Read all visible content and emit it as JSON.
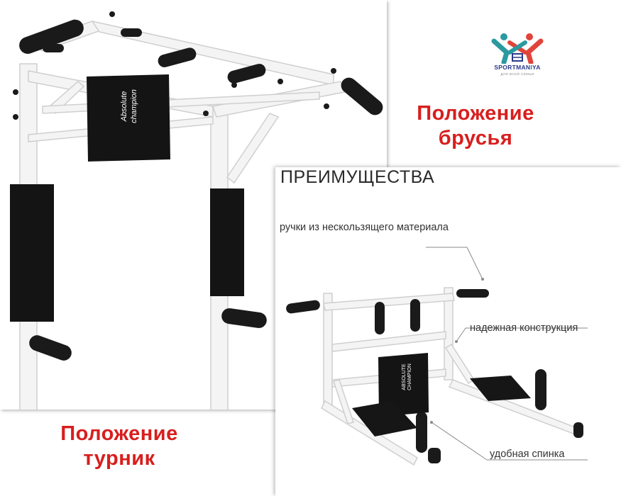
{
  "titles": {
    "bars_position": "Положение брусья",
    "pullup_position": "Положение турник"
  },
  "logo": {
    "brand_left": "SPORTMAN",
    "brand_mid": "I",
    "brand_right": "YA",
    "tagline": "ДЛЯ ВСЕЙ СЕМЬИ",
    "colors": [
      "#2b9aa0",
      "#e0443a",
      "#2a3a8a"
    ]
  },
  "advantages": {
    "heading": "ПРЕИМУЩЕСТВА",
    "features": [
      {
        "text": "ручки из нескользящего материала"
      },
      {
        "text": "надежная конструкция"
      },
      {
        "text": "удобная спинка"
      }
    ]
  },
  "product": {
    "brand_on_pad": "Absolute champion"
  },
  "colors": {
    "accent_red": "#d81e1e",
    "frame": "#f2f2f2",
    "pad": "#151515"
  }
}
